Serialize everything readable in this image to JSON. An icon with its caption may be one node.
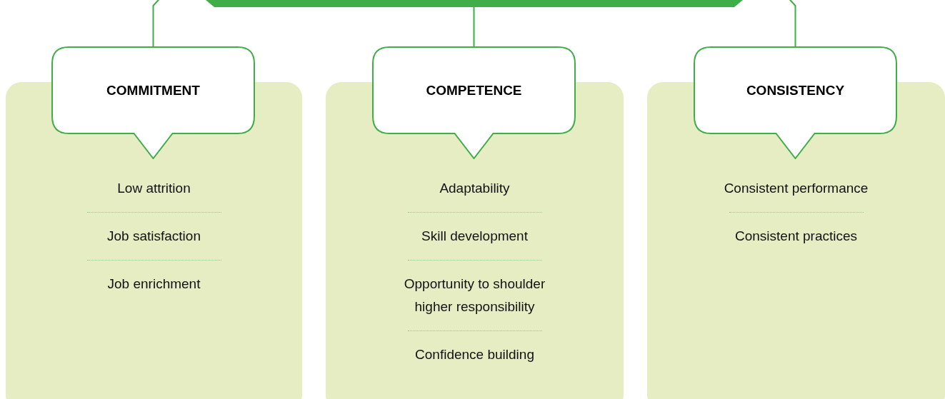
{
  "diagram": {
    "nodes": [
      {
        "text": [],
        "shape": "bar"
      },
      {
        "text": [
          "COMMITMENT"
        ]
      },
      {
        "text": [
          "Low attrition",
          "Job satisfaction",
          "Job enrichment"
        ]
      },
      {
        "text": [
          "COMPETENCE"
        ]
      },
      {
        "text": [
          "Adaptability",
          "Skill development",
          "Opportunity to shoulder higher responsibility",
          "Confidence building"
        ]
      },
      {
        "text": [
          "CONSISTENCY"
        ]
      },
      {
        "text": [
          "Consistent performance",
          "Consistent practices"
        ]
      }
    ],
    "edges": [
      {
        "from": 0,
        "to": 1,
        "arrow": "none"
      },
      {
        "from": 0,
        "to": 3,
        "arrow": "none"
      },
      {
        "from": 0,
        "to": 5,
        "arrow": "none"
      }
    ]
  }
}
